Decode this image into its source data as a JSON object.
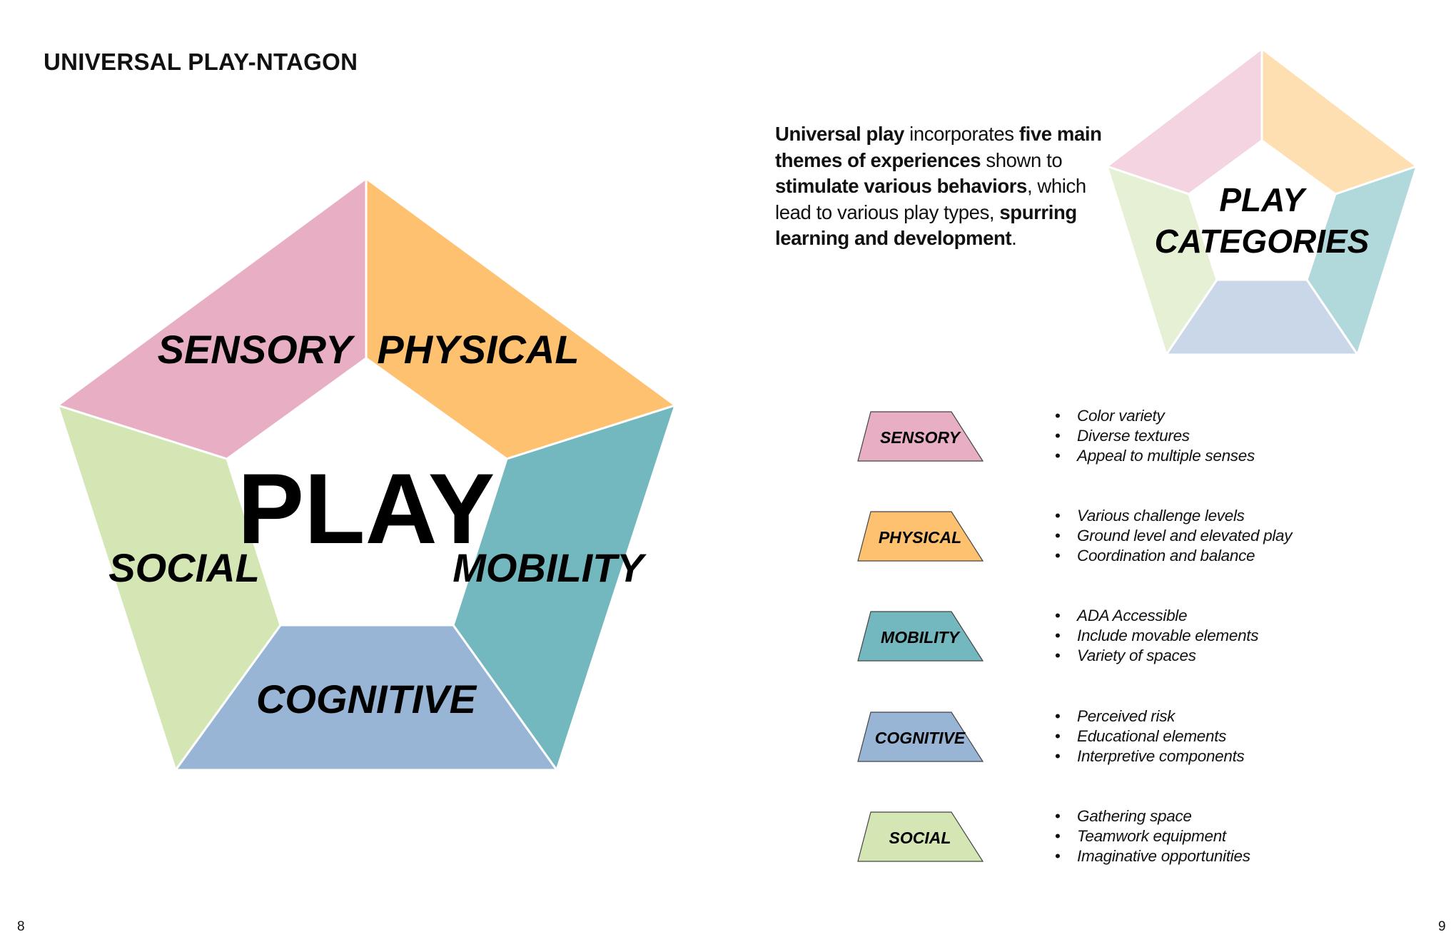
{
  "page_title": "UNIVERSAL PLAY-NTAGON",
  "center_word": "PLAY",
  "mini_center": {
    "line1": "PLAY",
    "line2": "CATEGORIES"
  },
  "intro": [
    {
      "text": "Universal play",
      "bold": true
    },
    {
      "text": " incorporates ",
      "bold": false
    },
    {
      "text": "five main themes of experiences",
      "bold": true
    },
    {
      "text": " shown to ",
      "bold": false
    },
    {
      "text": "stimulate various behaviors",
      "bold": true
    },
    {
      "text": ", which lead to various play types, ",
      "bold": false
    },
    {
      "text": "spurring learning and development",
      "bold": true
    },
    {
      "text": ".",
      "bold": false
    }
  ],
  "categories": [
    {
      "name": "SENSORY",
      "color": "#e8afc4",
      "light_color": "#f3d4e0",
      "bullets": [
        "Color variety",
        "Diverse textures",
        "Appeal to multiple senses"
      ]
    },
    {
      "name": "PHYSICAL",
      "color": "#fec170",
      "light_color": "#fedfb2",
      "bullets": [
        "Various challenge levels",
        "Ground level and elevated play",
        "Coordination and balance"
      ]
    },
    {
      "name": "MOBILITY",
      "color": "#74b8bf",
      "light_color": "#b1d9db",
      "bullets": [
        "ADA Accessible",
        "Include movable elements",
        "Variety of spaces"
      ]
    },
    {
      "name": "COGNITIVE",
      "color": "#98b5d5",
      "light_color": "#c9d7e9",
      "bullets": [
        "Perceived risk",
        "Educational elements",
        "Interpretive components"
      ]
    },
    {
      "name": "SOCIAL",
      "color": "#d3e6b4",
      "light_color": "#e6f0d5",
      "bullets": [
        "Gathering space",
        "Teamwork equipment",
        "Imaginative opportunities"
      ]
    }
  ],
  "page_numbers": {
    "left": "8",
    "right": "9"
  }
}
